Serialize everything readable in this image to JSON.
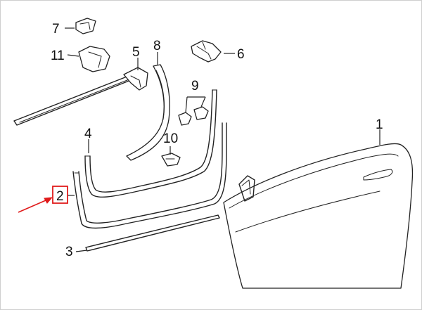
{
  "diagram": {
    "callouts": [
      {
        "id": "1",
        "text": "1"
      },
      {
        "id": "2",
        "text": "2"
      },
      {
        "id": "3",
        "text": "3"
      },
      {
        "id": "4",
        "text": "4"
      },
      {
        "id": "5",
        "text": "5"
      },
      {
        "id": "6",
        "text": "6"
      },
      {
        "id": "7",
        "text": "7"
      },
      {
        "id": "8",
        "text": "8"
      },
      {
        "id": "9",
        "text": "9"
      },
      {
        "id": "10",
        "text": "10"
      },
      {
        "id": "11",
        "text": "11"
      }
    ],
    "highlighted_callout": "2",
    "colors": {
      "line": "#222222",
      "highlight": "#e01b1b",
      "background": "#ffffff"
    }
  }
}
